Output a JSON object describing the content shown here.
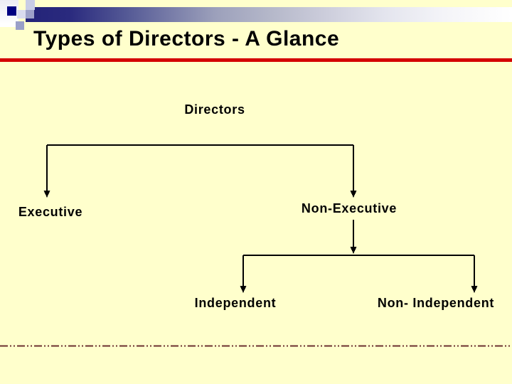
{
  "slide": {
    "title": "Types of Directors - A Glance",
    "colors": {
      "background": "#FFFFCC",
      "title_text": "#000000",
      "accent_rule": "#D40000",
      "top_bar_start": "#232378",
      "top_bar_end": "#FFFFFF",
      "pixel_square_navy": "#000082",
      "pixel_square_lavender": "#9AA0C8",
      "connector_line": "#000000",
      "dashed_rule": "#6B3030"
    }
  },
  "diagram": {
    "nodes": {
      "root": {
        "label": "Directors"
      },
      "executive": {
        "label": "Executive"
      },
      "non_executive": {
        "label": "Non-Executive"
      },
      "independent": {
        "label": "Independent"
      },
      "non_independent": {
        "label": "Non- Independent"
      }
    },
    "edges": [
      {
        "from": "Directors",
        "to": "Executive"
      },
      {
        "from": "Directors",
        "to": "Non-Executive"
      },
      {
        "from": "Non-Executive",
        "to": "Independent"
      },
      {
        "from": "Non-Executive",
        "to": "Non- Independent"
      }
    ]
  }
}
